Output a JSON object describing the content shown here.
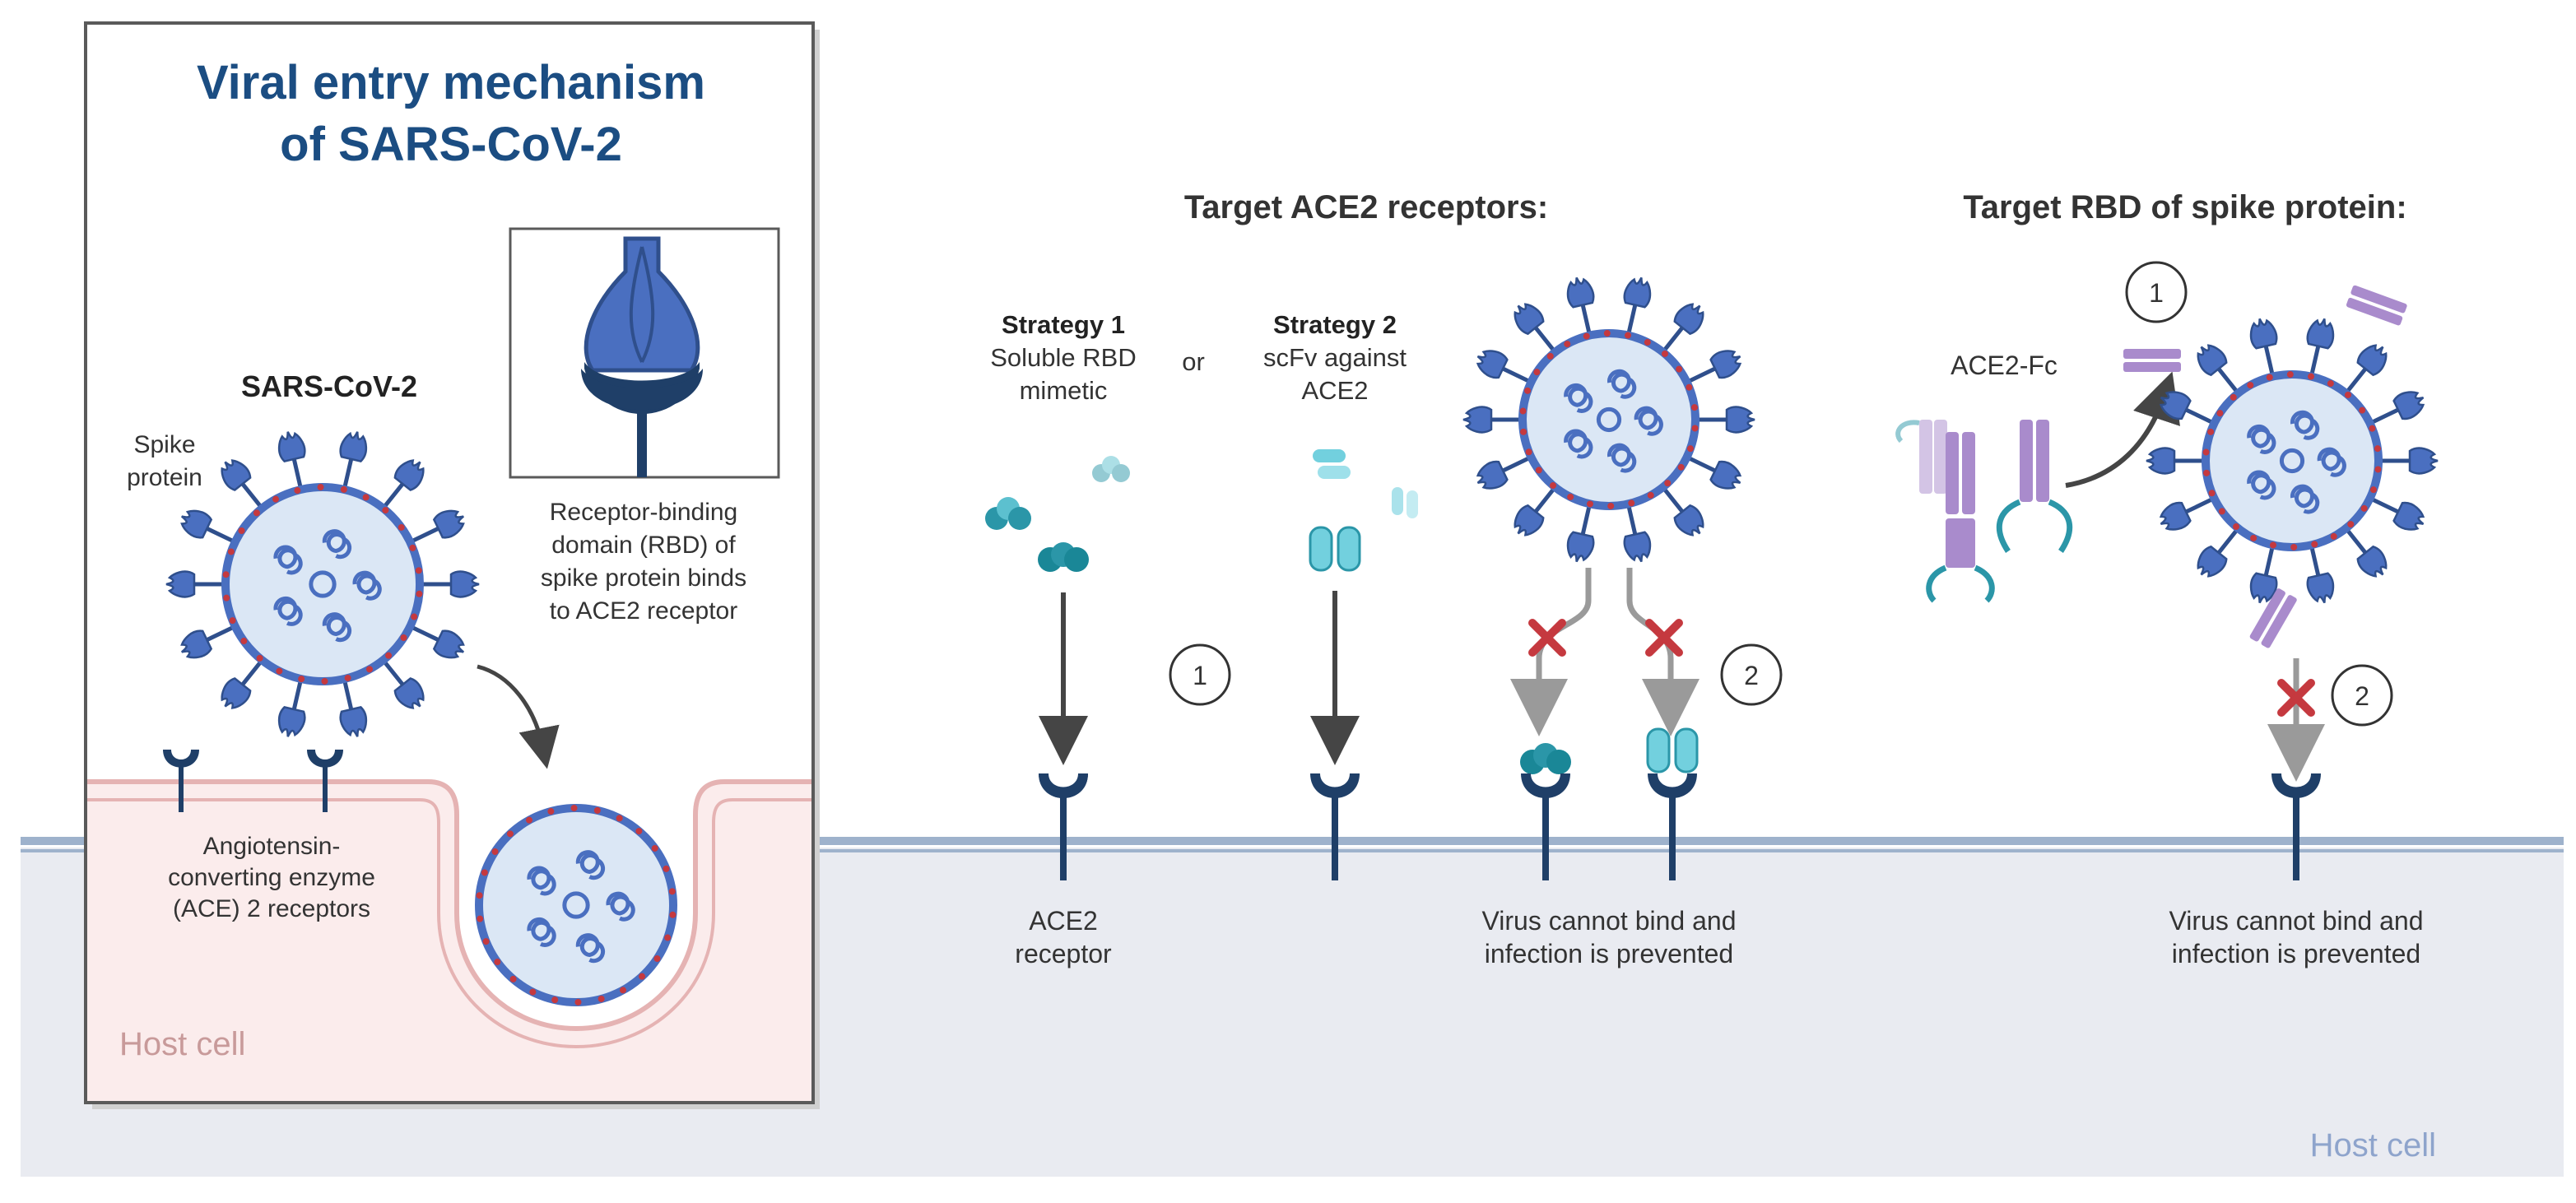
{
  "panel": {
    "title_line1": "Viral entry mechanism",
    "title_line2": "of SARS-CoV-2",
    "virus_label": "SARS-CoV-2",
    "spike_label_line1": "Spike",
    "spike_label_line2": "protein",
    "rbd_caption": [
      "Receptor-binding",
      "domain (RBD) of",
      "spike protein binds",
      "to ACE2 receptor"
    ],
    "ace_caption": [
      "Angiotensin-",
      "converting enzyme",
      "(ACE) 2 receptors"
    ],
    "host_cell_label": "Host cell"
  },
  "ace2_section": {
    "heading": "Target ACE2 receptors:",
    "strategy1_title": "Strategy 1",
    "strategy1_desc": [
      "Soluble RBD",
      "mimetic"
    ],
    "or_label": "or",
    "strategy2_title": "Strategy 2",
    "strategy2_desc": [
      "scFv against",
      "ACE2"
    ],
    "step1": "1",
    "step2": "2",
    "receptor_caption": [
      "ACE2",
      "receptor"
    ],
    "outcome_caption": [
      "Virus cannot bind and",
      "infection is prevented"
    ]
  },
  "rbd_section": {
    "heading": "Target RBD of spike protein:",
    "fc_label": "ACE2-Fc",
    "step1": "1",
    "step2": "2",
    "outcome_caption": [
      "Virus cannot bind and",
      "infection is prevented"
    ]
  },
  "host_cell_label": "Host cell",
  "colors": {
    "title_blue": "#1b4d82",
    "virus_dark": "#2f4f8c",
    "virus_mid": "#4a6fc0",
    "virus_light": "#dbe7f5",
    "receptor_navy": "#1f3f68",
    "host_pink": "#fbecec",
    "host_pink_border": "#e5b3b3",
    "membrane_blue": "#9eb2cc",
    "host_gray": "#e9ebf1",
    "teal": "#2b96a8",
    "cyan": "#72d0de",
    "purple": "#a98bcc",
    "red_x": "#c5393f",
    "arrow_gray": "#9a9a9a"
  }
}
